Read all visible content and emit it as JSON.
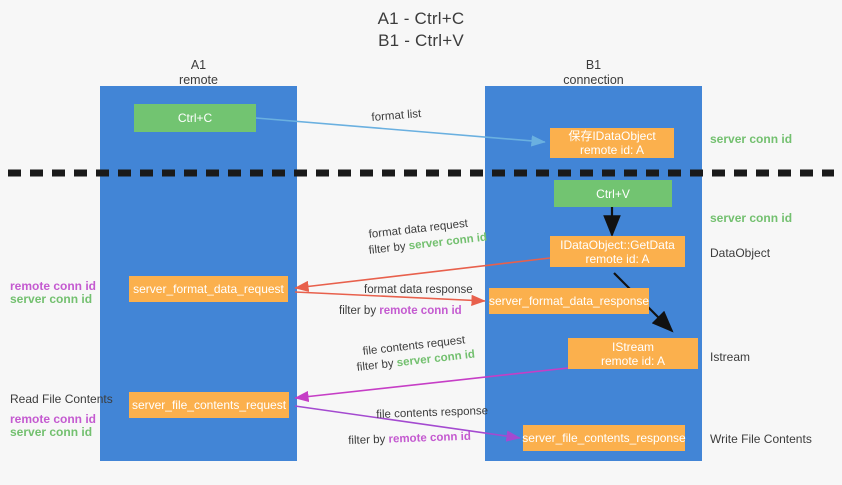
{
  "title": {
    "line1": "A1 - Ctrl+C",
    "line2": "B1 - Ctrl+V"
  },
  "lanes": [
    {
      "id": "a1",
      "name": "A1",
      "sub": "remote",
      "color": "#4285d6"
    },
    {
      "id": "b1",
      "name": "B1",
      "sub": "connection",
      "color": "#4285d6"
    }
  ],
  "colors": {
    "lane": "#4285d6",
    "green_box": "#72c471",
    "orange_box": "#fbb04d",
    "green_text": "#73c06f",
    "purple_text": "#c45ad0",
    "blue_arrow": "#6ab0e0",
    "red_arrow": "#e8604c",
    "magenta_arrow": "#c63ec6",
    "purple_arrow": "#a44ad0",
    "black_arrow": "#111111",
    "divider": "#1a1a1a"
  },
  "nodes": {
    "ctrl_c": {
      "label": "Ctrl+C",
      "sub": ""
    },
    "save_idataobject": {
      "label": "保存IDataObject",
      "sub": "remote id: A"
    },
    "ctrl_v": {
      "label": "Ctrl+V",
      "sub": ""
    },
    "getdata": {
      "label": "IDataObject::GetData",
      "sub": "remote id: A"
    },
    "server_format_data_request": {
      "label": "server_format_data_request",
      "sub": ""
    },
    "server_format_data_response": {
      "label": "server_format_data_response",
      "sub": ""
    },
    "istream": {
      "label": "IStream",
      "sub": "remote id: A"
    },
    "server_file_contents_request": {
      "label": "server_file_contents_request",
      "sub": ""
    },
    "server_file_contents_response": {
      "label": "server_file_contents_response",
      "sub": ""
    }
  },
  "right_labels": {
    "server_conn_id_top": "server conn id",
    "server_conn_id_mid": "server conn id",
    "dataobject": "DataObject",
    "istream": "Istream",
    "write_file_contents": "Write File Contents"
  },
  "left_labels": {
    "remote_conn_id_1": "remote conn id",
    "server_conn_id_1": "server conn id",
    "read_file_contents": "Read File Contents",
    "remote_conn_id_2": "remote conn id",
    "server_conn_id_2": "server conn id"
  },
  "edges": {
    "format_list": "format list",
    "format_data_request": "format data request",
    "filter_by_1_prefix": "filter by ",
    "filter_by_1_value": "server conn id",
    "format_data_response": "format data response",
    "filter_by_2_prefix": "filter by ",
    "filter_by_2_value": "remote conn id",
    "file_contents_request": "file contents request",
    "filter_by_3_prefix": "filter by ",
    "filter_by_3_value": "server conn id",
    "file_contents_response": "file contents response",
    "filter_by_4_prefix": "filter by ",
    "filter_by_4_value": "remote conn id"
  }
}
